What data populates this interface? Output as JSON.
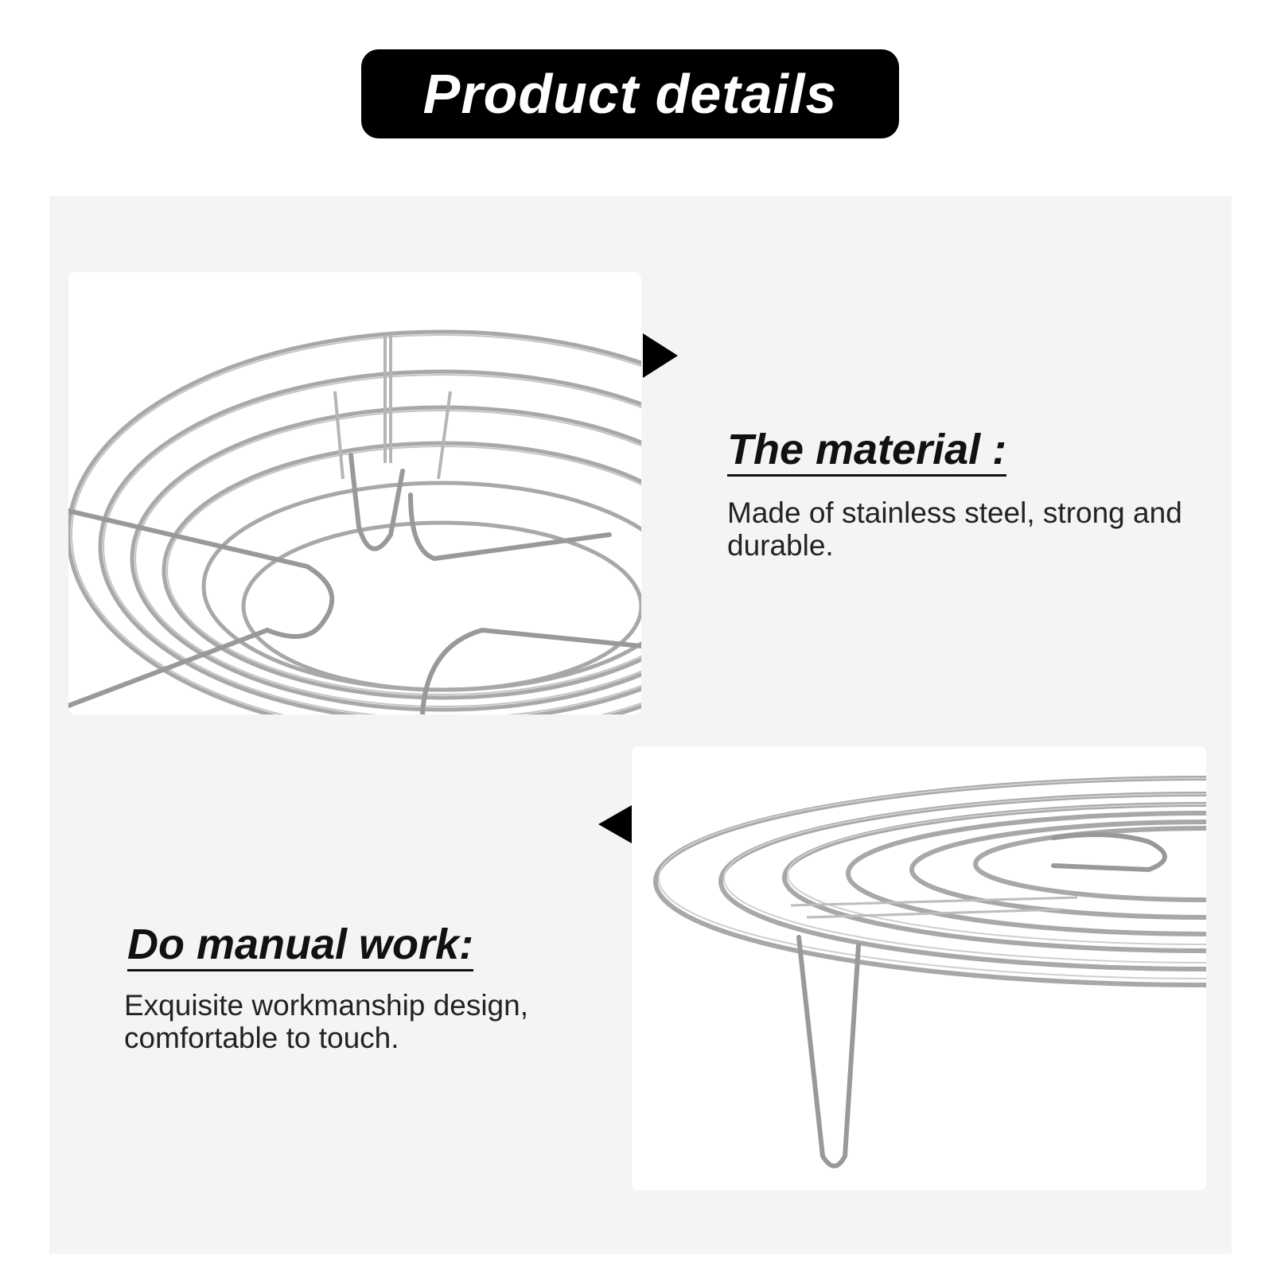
{
  "header": {
    "title": "Product details"
  },
  "features": [
    {
      "heading": "The material :",
      "text": "Made of stainless steel, strong and durable."
    },
    {
      "heading": "Do manual work:",
      "text": "Exquisite workmanship design, comfortable to touch."
    }
  ],
  "images": [
    {
      "icon": "steamer-rack-closeup-image"
    },
    {
      "icon": "steamer-rack-side-view-image"
    }
  ],
  "colors": {
    "title_bg": "#000000",
    "title_text": "#ffffff",
    "panel_bg": "#f4f4f4"
  }
}
